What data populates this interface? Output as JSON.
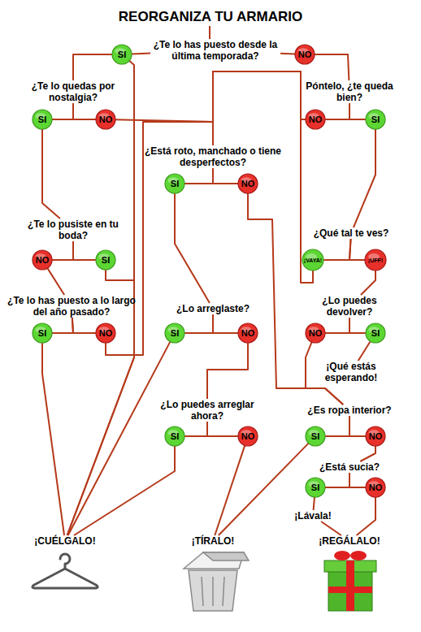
{
  "diagram": {
    "title": "REORGANIZA TU ARMARIO",
    "nodes": [
      {
        "text": [
          "¿Te lo has puesto desde la última temporada?"
        ]
      },
      {
        "text": [
          "SI"
        ]
      },
      {
        "text": [
          "NO"
        ]
      },
      {
        "text": [
          "¿Te lo quedas por nostalgia?"
        ]
      },
      {
        "text": [
          "Póntelo, ¿te queda bien?"
        ]
      },
      {
        "text": [
          "SI"
        ]
      },
      {
        "text": [
          "NO"
        ]
      },
      {
        "text": [
          "NO"
        ]
      },
      {
        "text": [
          "SI"
        ]
      },
      {
        "text": [
          "¿Está roto, manchado o tiene desperfectos?"
        ]
      },
      {
        "text": [
          "SI"
        ]
      },
      {
        "text": [
          "NO"
        ]
      },
      {
        "text": [
          "¿Te lo pusiste en tu boda?"
        ]
      },
      {
        "text": [
          "¿Qué tal te ves?"
        ]
      },
      {
        "text": [
          "NO"
        ]
      },
      {
        "text": [
          "SI"
        ]
      },
      {
        "text": [
          "¡VAYA!"
        ]
      },
      {
        "text": [
          "¡UFF!"
        ]
      },
      {
        "text": [
          "¿Te lo has puesto a lo largo del año pasado?"
        ]
      },
      {
        "text": [
          "¿Lo arreglaste?"
        ]
      },
      {
        "text": [
          "¿Lo puedes devolver?"
        ]
      },
      {
        "text": [
          "SI"
        ]
      },
      {
        "text": [
          "NO"
        ]
      },
      {
        "text": [
          "SI"
        ]
      },
      {
        "text": [
          "NO"
        ]
      },
      {
        "text": [
          "NO"
        ]
      },
      {
        "text": [
          "SI"
        ]
      },
      {
        "text": [
          "¡Qué estás esperando!"
        ]
      },
      {
        "text": [
          "¿Lo puedes arreglar ahora?"
        ]
      },
      {
        "text": [
          "¿Es ropa interior?"
        ]
      },
      {
        "text": [
          "SI"
        ]
      },
      {
        "text": [
          "NO"
        ]
      },
      {
        "text": [
          "SI"
        ]
      },
      {
        "text": [
          "NO"
        ]
      },
      {
        "text": [
          "¿Está sucia?"
        ]
      },
      {
        "text": [
          "SI"
        ]
      },
      {
        "text": [
          "NO"
        ]
      },
      {
        "text": [
          "¡Lávala!"
        ]
      },
      {
        "text": [
          "¡CUÉLGALO!"
        ]
      },
      {
        "text": [
          "¡TÍRALO!"
        ]
      },
      {
        "text": [
          "¡REGÁLALO!"
        ]
      }
    ],
    "edges": [
      {
        "from": 0,
        "to": 1,
        "arrow": "none"
      },
      {
        "from": 0,
        "to": 2,
        "arrow": "none"
      },
      {
        "from": 1,
        "to": 3,
        "arrow": "none"
      },
      {
        "from": 1,
        "to": 38,
        "arrow": "none"
      },
      {
        "from": 2,
        "to": 4,
        "arrow": "none"
      },
      {
        "from": 3,
        "to": 5,
        "arrow": "none"
      },
      {
        "from": 3,
        "to": 6,
        "arrow": "none"
      },
      {
        "from": 4,
        "to": 7,
        "arrow": "none"
      },
      {
        "from": 4,
        "to": 8,
        "arrow": "none"
      },
      {
        "from": 5,
        "to": 12,
        "arrow": "none"
      },
      {
        "from": 6,
        "to": 9,
        "arrow": "none"
      },
      {
        "from": 7,
        "to": 9,
        "arrow": "none"
      },
      {
        "from": 8,
        "to": 13,
        "arrow": "none"
      },
      {
        "from": 9,
        "to": 10,
        "arrow": "none"
      },
      {
        "from": 9,
        "to": 11,
        "arrow": "none"
      },
      {
        "from": 10,
        "to": 19,
        "arrow": "none"
      },
      {
        "from": 11,
        "to": 29,
        "arrow": "none"
      },
      {
        "from": 12,
        "to": 14,
        "arrow": "none"
      },
      {
        "from": 12,
        "to": 15,
        "arrow": "none"
      },
      {
        "from": 13,
        "to": 16,
        "arrow": "none"
      },
      {
        "from": 13,
        "to": 17,
        "arrow": "none"
      },
      {
        "from": 14,
        "to": 18,
        "arrow": "none"
      },
      {
        "from": 15,
        "to": 38,
        "arrow": "none"
      },
      {
        "from": 16,
        "to": 9,
        "arrow": "none"
      },
      {
        "from": 17,
        "to": 20,
        "arrow": "none"
      },
      {
        "from": 18,
        "to": 21,
        "arrow": "none"
      },
      {
        "from": 18,
        "to": 22,
        "arrow": "none"
      },
      {
        "from": 19,
        "to": 23,
        "arrow": "none"
      },
      {
        "from": 19,
        "to": 24,
        "arrow": "none"
      },
      {
        "from": 20,
        "to": 25,
        "arrow": "none"
      },
      {
        "from": 20,
        "to": 26,
        "arrow": "none"
      },
      {
        "from": 21,
        "to": 38,
        "arrow": "none"
      },
      {
        "from": 22,
        "to": 9,
        "arrow": "none"
      },
      {
        "from": 23,
        "to": 38,
        "arrow": "none"
      },
      {
        "from": 24,
        "to": 28,
        "arrow": "none"
      },
      {
        "from": 25,
        "to": 29,
        "arrow": "none"
      },
      {
        "from": 26,
        "to": 27,
        "arrow": "none"
      },
      {
        "from": 28,
        "to": 30,
        "arrow": "none"
      },
      {
        "from": 28,
        "to": 31,
        "arrow": "none"
      },
      {
        "from": 29,
        "to": 32,
        "arrow": "none"
      },
      {
        "from": 29,
        "to": 33,
        "arrow": "none"
      },
      {
        "from": 30,
        "to": 38,
        "arrow": "none"
      },
      {
        "from": 31,
        "to": 39,
        "arrow": "none"
      },
      {
        "from": 32,
        "to": 39,
        "arrow": "none"
      },
      {
        "from": 33,
        "to": 34,
        "arrow": "none"
      },
      {
        "from": 34,
        "to": 35,
        "arrow": "none"
      },
      {
        "from": 34,
        "to": 36,
        "arrow": "none"
      },
      {
        "from": 35,
        "to": 37,
        "arrow": "none"
      },
      {
        "from": 36,
        "to": 40,
        "arrow": "none"
      },
      {
        "from": 37,
        "to": 40,
        "arrow": "none"
      }
    ]
  }
}
